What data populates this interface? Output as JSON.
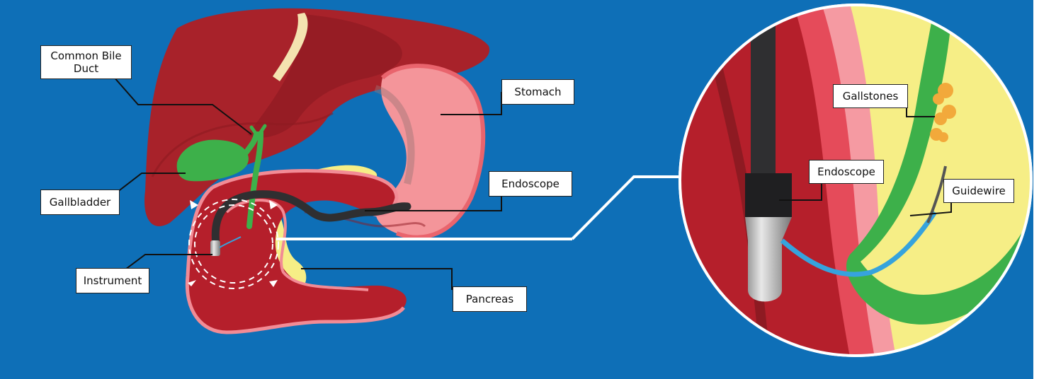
{
  "labels": {
    "common_bile_duct": "Common Bile Duct",
    "gallbladder": "Gallbladder",
    "stomach": "Stomach",
    "endoscope": "Endoscope",
    "instrument": "Instrument",
    "pancreas": "Pancreas",
    "gallstones": "Gallstones",
    "endoscope_zoom": "Endoscope",
    "guidewire": "Guidewire"
  },
  "colors": {
    "background": "#0e6fb7",
    "liver": "#a8222a",
    "liver_dark": "#8e1a22",
    "stomach": "#f4959a",
    "stomach_edge": "#e9646d",
    "duodenum": "#b51f2b",
    "pancreas": "#f6ee86",
    "gallbladder": "#3db04a",
    "endoscope": "#2f2f31",
    "guidewire": "#36a3dd",
    "gallstones": "#f2a93b"
  }
}
